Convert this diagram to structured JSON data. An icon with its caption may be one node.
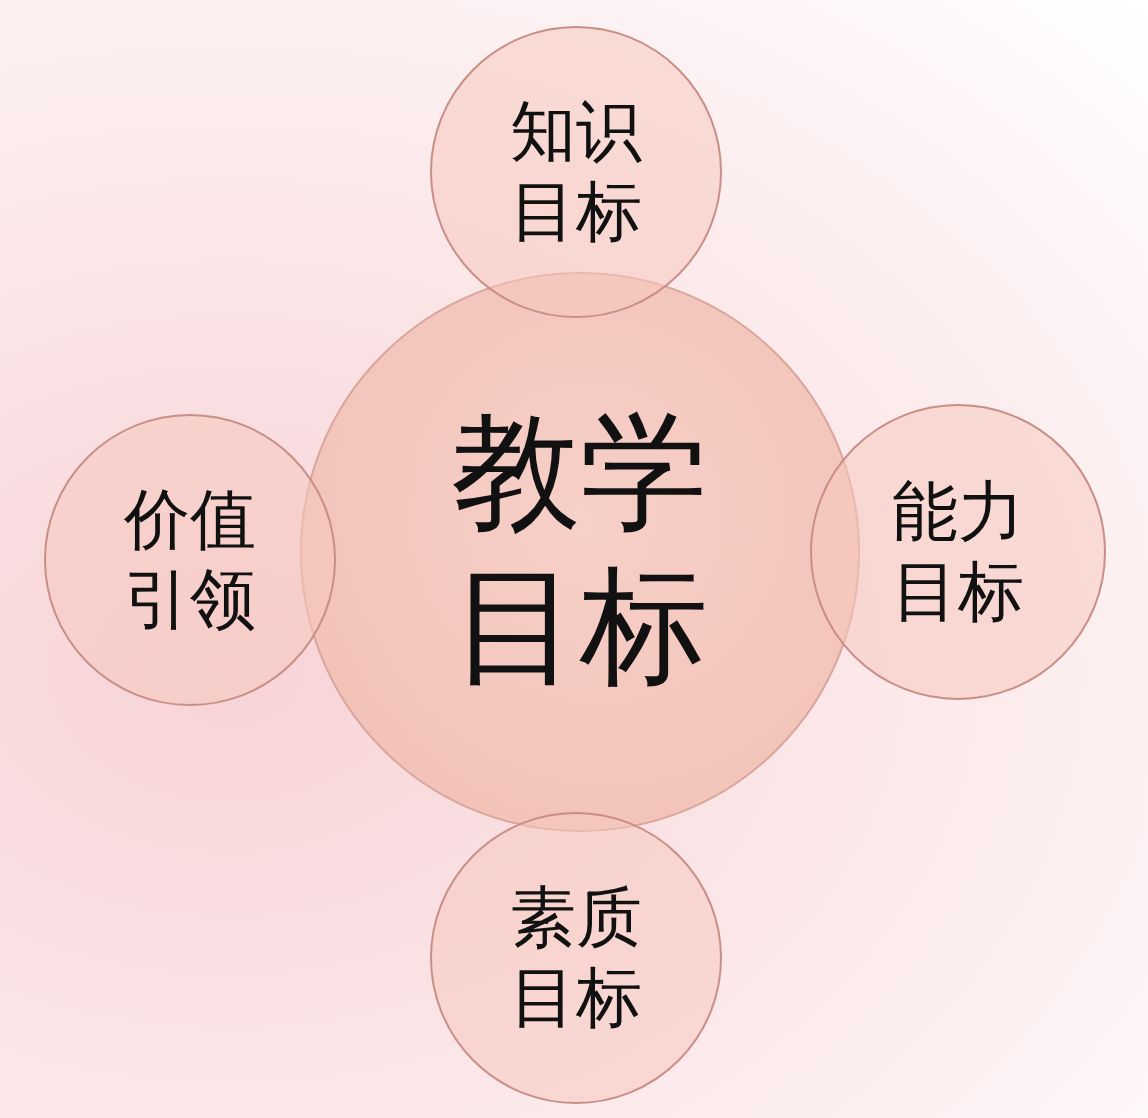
{
  "diagram": {
    "nodes": [
      {
        "text": [
          "知识目标"
        ]
      },
      {
        "text": [
          "教学目标"
        ]
      },
      {
        "text": [
          "价值引领"
        ]
      },
      {
        "text": [
          "能力目标"
        ]
      },
      {
        "text": [
          "素质目标"
        ]
      }
    ]
  }
}
